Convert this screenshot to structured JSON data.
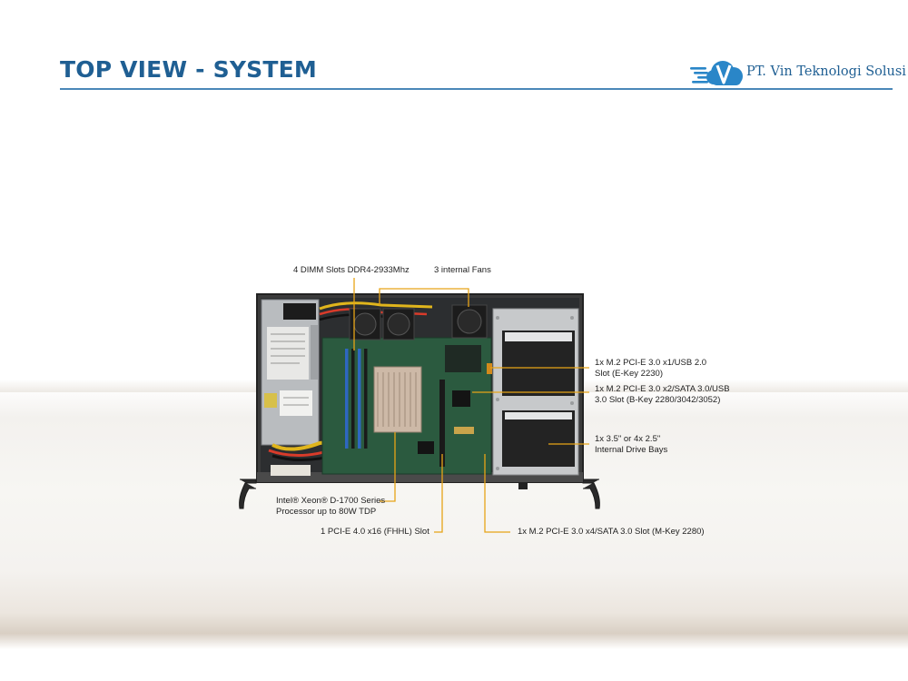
{
  "slide": {
    "title": "TOP VIEW - SYSTEM",
    "company": "PT. Vin Teknologi Solusi",
    "logo_icon": "cloud-v-logo-icon",
    "accent_color": "#1f5f93"
  },
  "callouts": {
    "dimm": "4 DIMM Slots DDR4-2933Mhz",
    "fans": "3 internal  Fans",
    "m2_ekey_line1": "1x M.2 PCI-E 3.0 x1/USB 2.0",
    "m2_ekey_line2": "Slot (E-Key 2230)",
    "m2_bkey_line1": "1x M.2 PCI-E 3.0 x2/SATA 3.0/USB",
    "m2_bkey_line2": "3.0 Slot (B-Key 2280/3042/3052)",
    "drive_line1": "1x 3.5\" or 4x 2.5\"",
    "drive_line2": "Internal  Drive Bays",
    "cpu_line1": "Intel® Xeon® D-1700 Series",
    "cpu_line2": "Processor up to 80W TDP",
    "pcie": "1 PCI-E 4.0 x16 (FHHL) Slot",
    "m2_mkey": "1x M.2 PCI-E 3.0 x4/SATA 3.0 Slot (M-Key 2280)"
  }
}
